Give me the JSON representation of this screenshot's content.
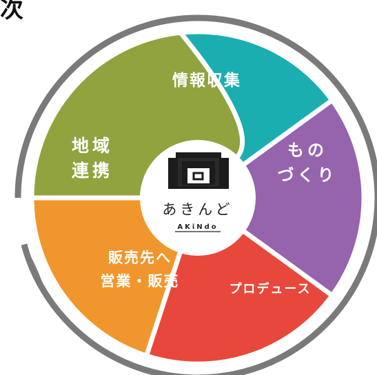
{
  "corner_text": "次",
  "segments": [
    {
      "id": "info",
      "lines": [
        "情報収集"
      ],
      "color": "#1aaeb1"
    },
    {
      "id": "mono",
      "lines": [
        "もの",
        "づくり"
      ],
      "color": "#9663ad"
    },
    {
      "id": "produce",
      "lines": [
        "プロデュース"
      ],
      "color": "#e8483b"
    },
    {
      "id": "sales",
      "lines": [
        "販売先へ",
        "営業・販売"
      ],
      "color": "#f1962c"
    },
    {
      "id": "region",
      "lines": [
        "地域",
        "連携"
      ],
      "color": "#90a33f"
    }
  ],
  "center": {
    "logo_icon": "storefront-noren-icon",
    "name": "あきんど",
    "name_roman": "AKiNdo"
  },
  "ring_color": "#7a7a7a"
}
